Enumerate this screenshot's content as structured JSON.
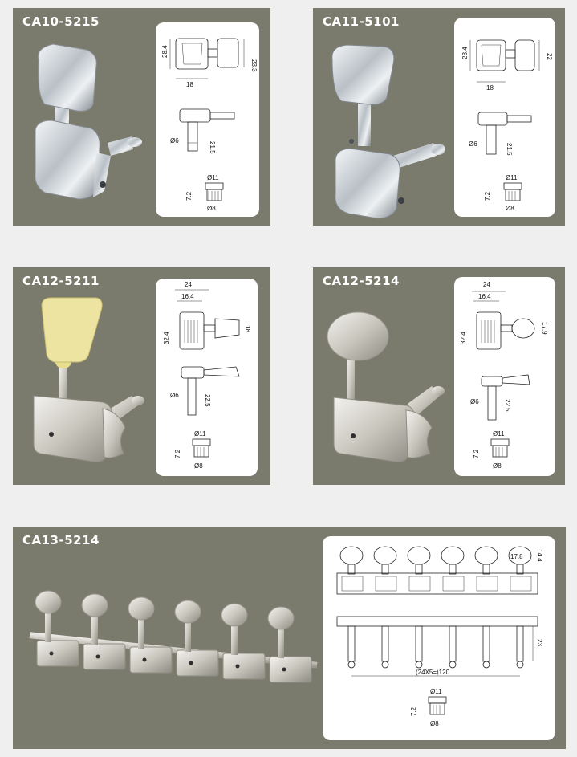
{
  "products": [
    {
      "code": "CA10-5215",
      "dims": {
        "h": "28.4",
        "btn": "23.3",
        "w": "18",
        "post": "21.5",
        "shaft": "Ø6",
        "top": "Ø11",
        "mid": "7.2",
        "bot": "Ø8"
      }
    },
    {
      "code": "CA11-5101",
      "dims": {
        "h": "28.4",
        "btn": "22",
        "w": "18",
        "post": "21.5",
        "shaft": "Ø6",
        "top": "Ø11",
        "mid": "7.2",
        "bot": "Ø8"
      }
    },
    {
      "code": "CA12-5211",
      "dims": {
        "w": "24",
        "inner": "16.4",
        "h": "32.4",
        "btn": "18",
        "post": "22.5",
        "shaft": "Ø6",
        "top": "Ø11",
        "mid": "7.2",
        "bot": "Ø8"
      }
    },
    {
      "code": "CA12-5214",
      "dims": {
        "w": "24",
        "inner": "16.4",
        "h": "32.4",
        "btn": "17.9",
        "post": "22.5",
        "shaft": "Ø6",
        "top": "Ø11",
        "mid": "7.2",
        "bot": "Ø8"
      }
    },
    {
      "code": "CA13-5214",
      "dims": {
        "btnw": "17.8",
        "btnh": "14.4",
        "post": "23",
        "spacing": "(24X5=)120",
        "top": "Ø11",
        "mid": "7.2",
        "bot": "Ø8"
      }
    }
  ],
  "colors": {
    "panel": "#7b7b6d",
    "background": "#efefef",
    "card": "#ffffff"
  }
}
